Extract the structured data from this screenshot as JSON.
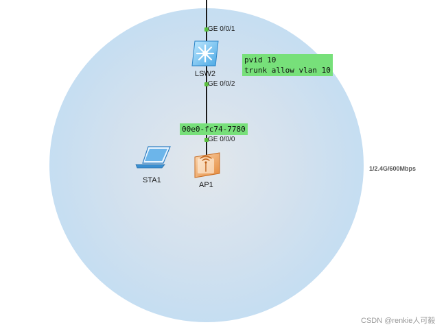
{
  "devices": {
    "switch": {
      "name": "LSW2",
      "icon": "switch-icon"
    },
    "ap": {
      "name": "AP1",
      "icon": "access-point-icon"
    },
    "sta": {
      "name": "STA1",
      "icon": "laptop-icon"
    }
  },
  "ports": {
    "switch_uplink": "GE 0/0/1",
    "switch_downlink": "GE 0/0/2",
    "ap_port": "GE 0/0/0"
  },
  "notes": {
    "switch_config": [
      "pvid 10",
      "trunk allow vlan 10"
    ],
    "ap_mac": "00e0-fc74-7780"
  },
  "radio": {
    "rate_label": "1/2.4G/600Mbps"
  },
  "watermark": "CSDN @renkie人可毅",
  "colors": {
    "note_bg": "#77e07a",
    "port_dot": "#5ac03e",
    "coverage": "#c8e0f4"
  }
}
